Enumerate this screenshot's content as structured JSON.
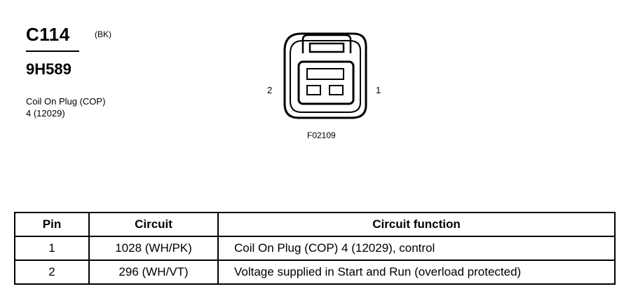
{
  "header": {
    "connector_id": "C114",
    "connector_color": "(BK)",
    "part_number": "9H589",
    "description_line1": "Coil On Plug (COP)",
    "description_line2": "4 (12029)"
  },
  "figure": {
    "pin_left_label": "2",
    "pin_right_label": "1",
    "figure_id": "F02109"
  },
  "table": {
    "headers": [
      "Pin",
      "Circuit",
      "Circuit function"
    ],
    "rows": [
      {
        "pin": "1",
        "circuit": "1028 (WH/PK)",
        "function": "Coil On Plug (COP) 4 (12029), control"
      },
      {
        "pin": "2",
        "circuit": "296 (WH/VT)",
        "function": "Voltage supplied in Start and Run (overload protected)"
      }
    ]
  }
}
